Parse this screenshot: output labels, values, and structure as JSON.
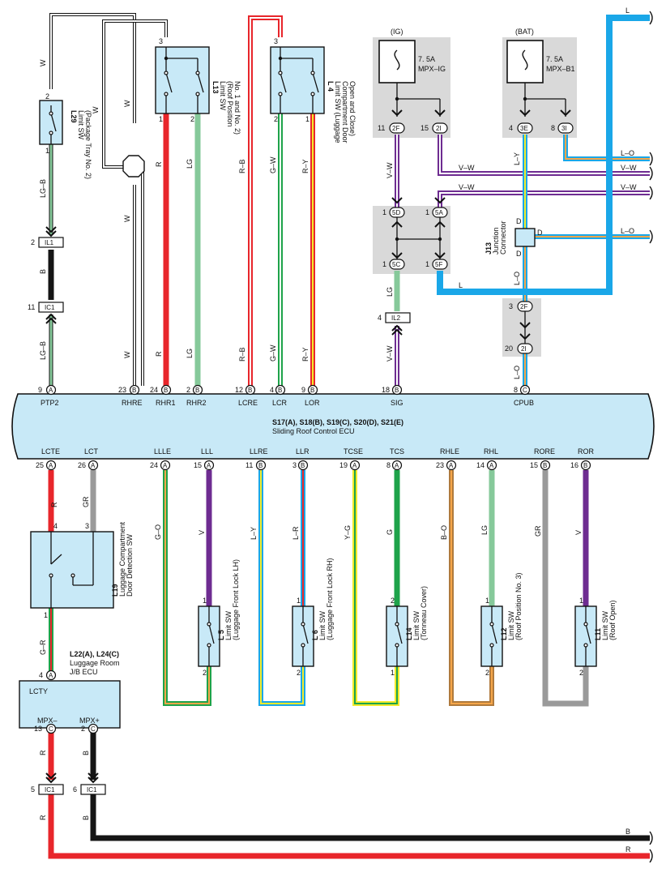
{
  "ecu": {
    "title": "S17(A), S18(B), S19(C), S20(D), S21(E)",
    "subtitle": "Sliding Roof Control ECU",
    "top_pins": [
      {
        "num": "9",
        "conn": "A",
        "name": "PTP2"
      },
      {
        "num": "23",
        "conn": "B",
        "name": "RHRE"
      },
      {
        "num": "24",
        "conn": "B",
        "name": "RHR1"
      },
      {
        "num": "2",
        "conn": "B",
        "name": "RHR2"
      },
      {
        "num": "12",
        "conn": "B",
        "name": "LCRE"
      },
      {
        "num": "4",
        "conn": "B",
        "name": "LCR"
      },
      {
        "num": "9",
        "conn": "B",
        "name": "LOR"
      },
      {
        "num": "18",
        "conn": "B",
        "name": "SIG"
      },
      {
        "num": "8",
        "conn": "C",
        "name": "CPUB"
      }
    ],
    "bottom_pins": [
      {
        "num": "25",
        "conn": "A",
        "name": "LCTE"
      },
      {
        "num": "26",
        "conn": "A",
        "name": "LCT"
      },
      {
        "num": "24",
        "conn": "A",
        "name": "LLLE"
      },
      {
        "num": "15",
        "conn": "A",
        "name": "LLL"
      },
      {
        "num": "11",
        "conn": "B",
        "name": "LLRE"
      },
      {
        "num": "3",
        "conn": "B",
        "name": "LLR"
      },
      {
        "num": "19",
        "conn": "A",
        "name": "TCSE"
      },
      {
        "num": "8",
        "conn": "A",
        "name": "TCS"
      },
      {
        "num": "23",
        "conn": "A",
        "name": "RHLE"
      },
      {
        "num": "14",
        "conn": "A",
        "name": "RHL"
      },
      {
        "num": "15",
        "conn": "B",
        "name": "RORE"
      },
      {
        "num": "16",
        "conn": "B",
        "name": "ROR"
      }
    ]
  },
  "components": {
    "l29": {
      "code": "L29",
      "line1": "Limit SW",
      "line2": "(Package Tray No. 2)",
      "pin_top": "2",
      "pin_bottom": "1"
    },
    "l13": {
      "code": "L13",
      "line1": "Limit SW",
      "line2": "(Roof Position",
      "line3": "No. 1 and No. 2)",
      "pin_top": "3",
      "pin_b1": "1",
      "pin_b2": "2"
    },
    "l4": {
      "code": "L 4",
      "line1": "Limit SW (Luggage",
      "line2": "Compartment Door",
      "line3": "Open and Close)",
      "pin_top": "3",
      "pin_b1": "2",
      "pin_b2": "1"
    },
    "l19": {
      "code": "L19",
      "line1": "Luggage Compartment",
      "line2": "Door Detection SW",
      "pin_a": "4",
      "pin_b": "3",
      "pin_c": "1"
    },
    "l22": {
      "code": "L22(A), L24(C)",
      "line1": "Luggage Room",
      "line2": "J/B ECU",
      "pin_in": "4",
      "pin_in_conn": "A",
      "lcty": "LCTY",
      "mpxm": "MPX–",
      "mpxp": "MPX+",
      "pin_m": "13",
      "pin_m_conn": "C",
      "pin_p": "2",
      "pin_p_conn": "C"
    },
    "l5": {
      "code": "L 5",
      "line1": "Limit SW",
      "line2": "(Luggage Front Lock LH)",
      "pin_top": "1",
      "pin_bottom": "2"
    },
    "l6": {
      "code": "L 6",
      "line1": "Limit SW",
      "line2": "(Luggage Front Lock RH)",
      "pin_top": "1",
      "pin_bottom": "2"
    },
    "l14": {
      "code": "L14",
      "line1": "Limit SW",
      "line2": "(Tonneau Cover)",
      "pin_top": "2",
      "pin_bottom": "1"
    },
    "l12": {
      "code": "L12",
      "line1": "Limit SW",
      "line2": "(Roof Position No. 3)",
      "pin_top": "1",
      "pin_bottom": "2"
    },
    "l11": {
      "code": "L11",
      "line1": "Limit SW",
      "line2": "(Roof Open)",
      "pin_top": "1",
      "pin_bottom": "2"
    },
    "j13": {
      "code": "J13",
      "line1": "Junction",
      "line2": "Connector",
      "pin": "D"
    }
  },
  "fuses": {
    "ig": {
      "header": "(IG)",
      "rating": "7. 5A",
      "name": "MPX–IG",
      "pin1": "11",
      "conn1": "2F",
      "pin2": "15",
      "conn2": "2I"
    },
    "bat": {
      "header": "(BAT)",
      "rating": "7. 5A",
      "name": "MPX–B1",
      "pin1": "4",
      "conn1": "3E",
      "pin2": "8",
      "conn2": "3I"
    }
  },
  "junctions": {
    "j1": {
      "pin1": "1",
      "conn1": "5D",
      "pin2": "1",
      "conn2": "5A",
      "pin3": "1",
      "conn3": "5C",
      "pin4": "1",
      "conn4": "5F"
    },
    "jb2": {
      "pin1": "3",
      "conn1": "2F",
      "pin2": "20",
      "conn2": "2I"
    }
  },
  "connectors": {
    "il1": {
      "pin": "2",
      "name": "IL1"
    },
    "ic1_top": {
      "pin": "11",
      "name": "IC1"
    },
    "il2": {
      "pin": "4",
      "name": "IL2"
    },
    "ic1_a": {
      "pin": "5",
      "name": "IC1"
    },
    "ic1_b": {
      "pin": "6",
      "name": "IC1"
    }
  },
  "wires": {
    "w_top": "W",
    "w_mid": "W",
    "w_mid2": "W",
    "w_bot": "W",
    "lg_b1": "LG–B",
    "b1": "B",
    "lg_b2": "LG–B",
    "r1": "R",
    "r2": "R",
    "lg1": "LG",
    "lg2": "LG",
    "rb1": "R–B",
    "rb2": "R–B",
    "gw1": "G–W",
    "gw2": "G–W",
    "ry1": "R–Y",
    "ry2": "R–Y",
    "vw_ig": "V–W",
    "vw_r1": "V–W",
    "vw_r2": "V–W",
    "vw_r3": "V–W",
    "ly1": "L–Y",
    "lo1": "L–O",
    "lo2": "L–O",
    "lo3": "L–O",
    "lo4": "L–O",
    "l_top": "L",
    "l_mid": "L",
    "d1": "D",
    "d2": "D",
    "d3": "D",
    "lg_sig": "LG",
    "vw_sig": "V–W",
    "r_lcte": "R",
    "gr_lct": "GR",
    "g_r": "G–R",
    "go": "G–O",
    "v1": "V",
    "ly2": "L–Y",
    "lr": "L–R",
    "yg": "Y–G",
    "g": "G",
    "bo": "B–O",
    "lg3": "LG",
    "gr2": "GR",
    "v2": "V",
    "r_bot1": "R",
    "b_bot1": "B",
    "r_bot2": "R",
    "b_bot2": "B",
    "b_end": "B",
    "r_end": "R"
  },
  "colors": {
    "red": "#e8262b",
    "green_light": "#86c99a",
    "green": "#1ea34a",
    "black": "#151515",
    "blue": "#1aa7e8",
    "violet": "#6e2c91",
    "yellow": "#f2ea2a",
    "gray": "#9a9a9a",
    "orange": "#f5a64a",
    "brown": "#b07a3c",
    "white_wire": "#ffffff"
  }
}
